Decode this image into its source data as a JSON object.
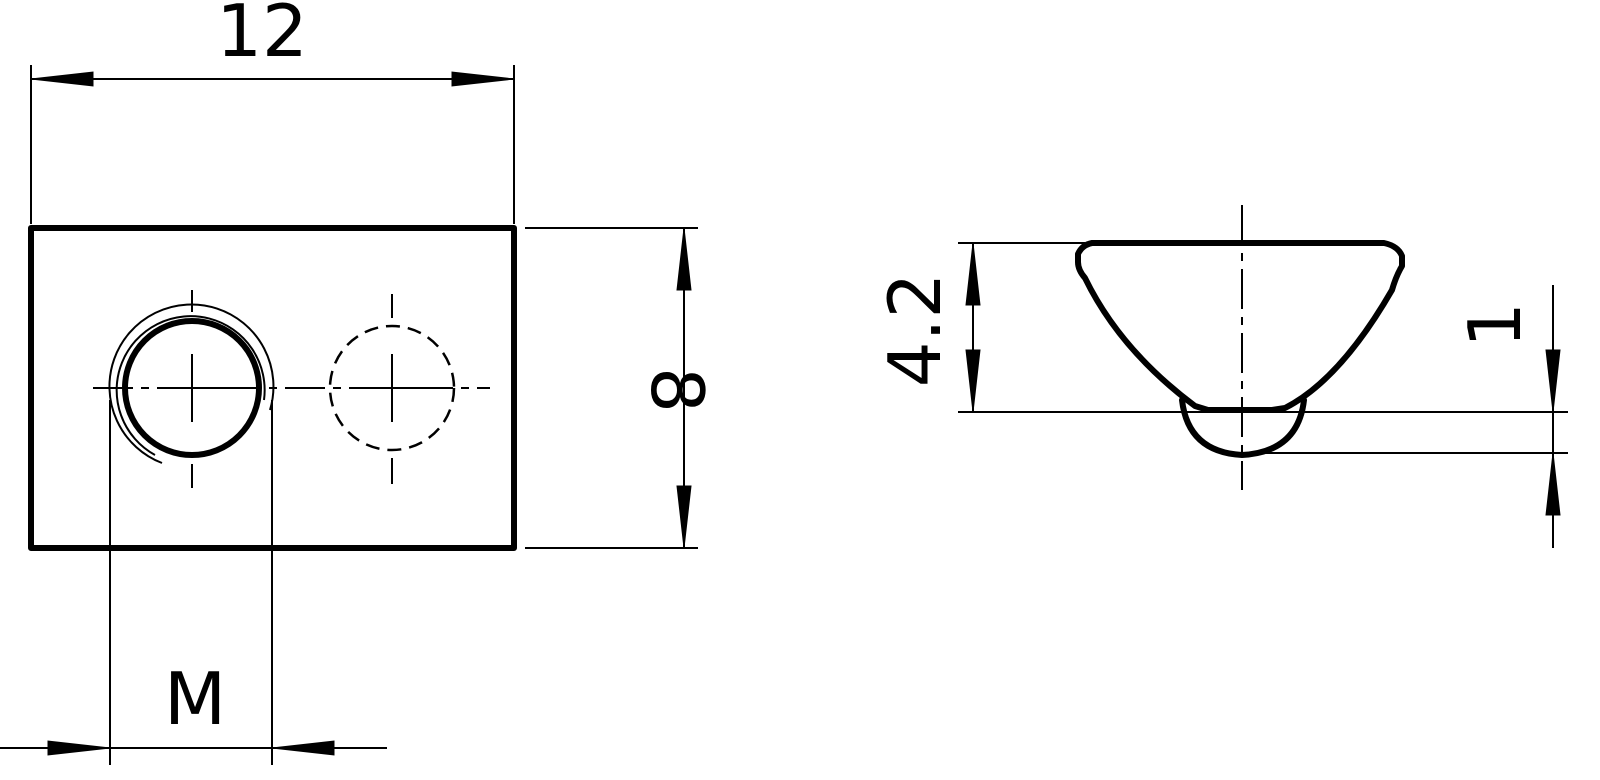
{
  "dimensions": {
    "width": "12",
    "height": "8",
    "thread": "M",
    "depth": "4.2",
    "offset": "1"
  },
  "colors": {
    "line": "#000000",
    "background": "#ffffff"
  }
}
